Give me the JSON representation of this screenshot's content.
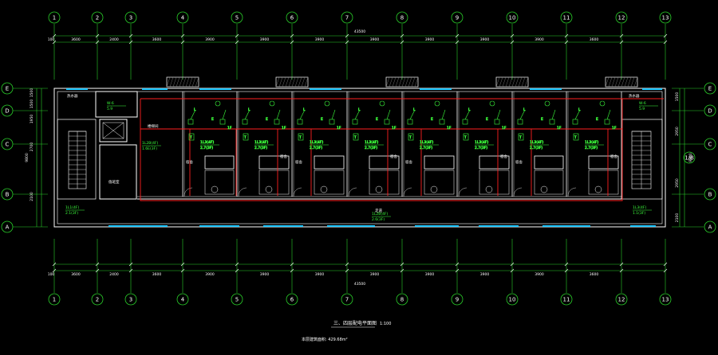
{
  "drawing": {
    "title": "三、四层配电平面图",
    "scale": "1:100",
    "note": "本层建筑面积: 429.68m²"
  },
  "axes_top": [
    "1",
    "2",
    "3",
    "4",
    "5",
    "6",
    "7",
    "8",
    "9",
    "10",
    "11",
    "12",
    "13"
  ],
  "axes_side": [
    "E",
    "D",
    "C",
    "B",
    "A"
  ],
  "axis_side_extra": "1/B",
  "dims_top": [
    "3600",
    "2400",
    "3600",
    "3900",
    "3900",
    "3900",
    "3900",
    "3900",
    "3900",
    "3900",
    "3600"
  ],
  "dims_bottom": [
    "3600",
    "2400",
    "3600",
    "3900",
    "3900",
    "3900",
    "3900",
    "3900",
    "3900",
    "3900",
    "3600"
  ],
  "total_top": "43500",
  "total_bottom": "43500",
  "end_dim": "100",
  "dims_left": [
    "1500",
    "1500",
    "1950",
    "2700",
    "2100"
  ],
  "dims_right": [
    "1500",
    "2950",
    "2950",
    "2100"
  ],
  "total_side": "9800",
  "room_labels": {
    "water_left": "热水器",
    "water_right": "热水器",
    "stair_room": "楼梯间",
    "duty_room": "值班室",
    "dorm": "宿舍",
    "corridor": "走道"
  },
  "panel_labels": {
    "main": "1L2B(4F)\n1.6E(3F)",
    "dorm_a": "1L3(4F)\n2.7(3F)",
    "dorm_b": "1L3(4F)\n2.7(3F)",
    "corr": "1L2B(4F)\n2.6(3F)",
    "stair_left": "1L1(4F)\n2.1(3F)",
    "stair_right": "1L3(4F)\n1.1(3F)",
    "wh": "W-6\n5.9"
  },
  "symbols": {
    "lamp": "L",
    "fan": "E",
    "socket": "T",
    "sw": "1F"
  }
}
